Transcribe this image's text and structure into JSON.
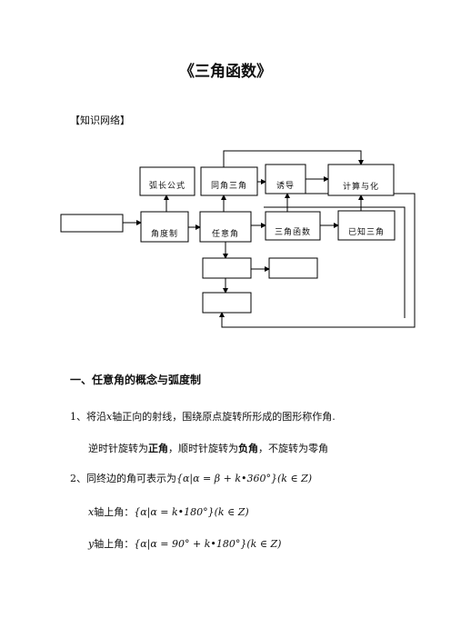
{
  "title": "《三角函数》",
  "section_label": "【知识网络】",
  "diagram": {
    "boxes": [
      {
        "id": "b1",
        "label": ""
      },
      {
        "id": "b2",
        "label": "弧长公式"
      },
      {
        "id": "b3",
        "label": "同角三角"
      },
      {
        "id": "b4",
        "label": "诱导"
      },
      {
        "id": "b5",
        "label": "计算与化"
      },
      {
        "id": "b6",
        "label": "角度制"
      },
      {
        "id": "b7",
        "label": "任意角"
      },
      {
        "id": "b8",
        "label": "三角函数"
      },
      {
        "id": "b9",
        "label": "已知三角"
      },
      {
        "id": "b10",
        "label": ""
      },
      {
        "id": "b11",
        "label": ""
      },
      {
        "id": "b12",
        "label": ""
      }
    ]
  },
  "section1": {
    "heading": "一、任意角的概念与弧度制",
    "p1_prefix": "1、将沿",
    "p1_var": "x",
    "p1_suffix": "轴正向的射线，围绕原点旋转所形成的图形称作角.",
    "p2_a": "逆时针旋转为",
    "p2_b": "正角",
    "p2_c": "，顺时针旋转为",
    "p2_d": "负角",
    "p2_e": "，不旋转为零角",
    "p3_prefix": "2、同终边的角可表示为",
    "p3_formula": "{α|α = β + k•360°}",
    "p3_cond": "(k ∈ Z)",
    "p4_var": "x",
    "p4_label": "轴上角：",
    "p4_formula": "{α|α = k•180°}",
    "p4_cond": "(k ∈ Z)",
    "p5_var": "y",
    "p5_label": "轴上角：",
    "p5_formula": "{α|α = 90° + k•180°}",
    "p5_cond": "(k ∈ Z)"
  }
}
